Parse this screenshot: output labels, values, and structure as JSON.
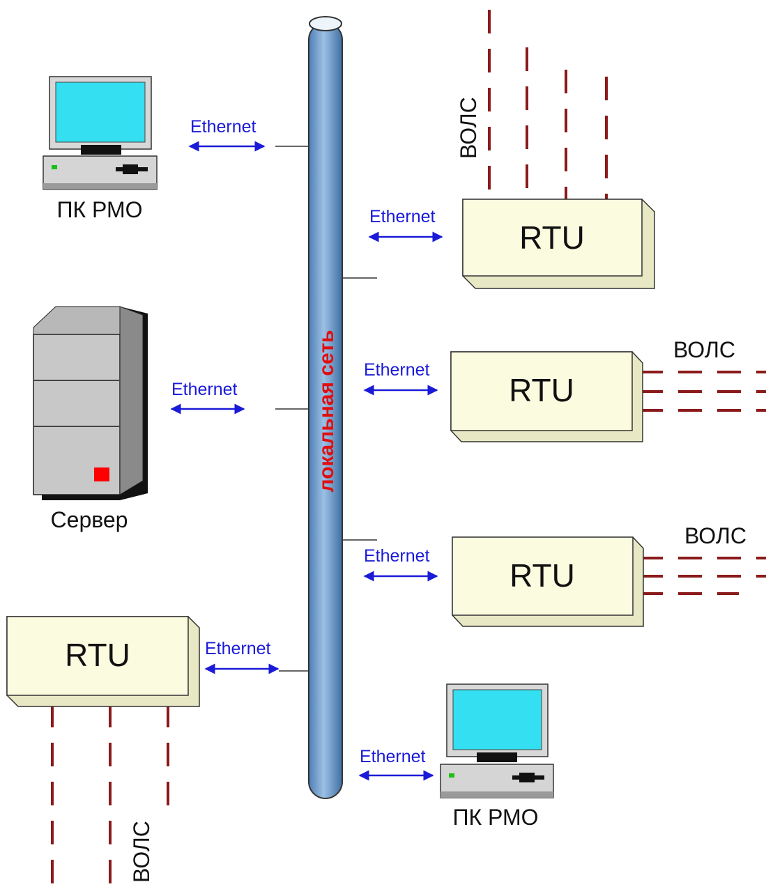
{
  "bus": {
    "label": "локальная сеть"
  },
  "link_label": "Ethernet",
  "fiber_label": "ВОЛС",
  "devices": {
    "pc_top": {
      "label": "ПК РМО"
    },
    "server": {
      "label": "Сервер"
    },
    "pc_bottom": {
      "label": "ПК РМО"
    },
    "rtu_1": {
      "label": "RTU"
    },
    "rtu_2": {
      "label": "RTU"
    },
    "rtu_3": {
      "label": "RTU"
    },
    "rtu_4": {
      "label": "RTU"
    }
  },
  "colors": {
    "bus_fill": "#7fa6d1",
    "bus_label": "#e01010",
    "ethernet": "#1a1ad8",
    "fiber": "#8b1a1a",
    "rtu_face": "#fbfbe0",
    "screen": "#33dff0",
    "server_body": "#c8c8c8",
    "server_led": "#ff0000"
  }
}
